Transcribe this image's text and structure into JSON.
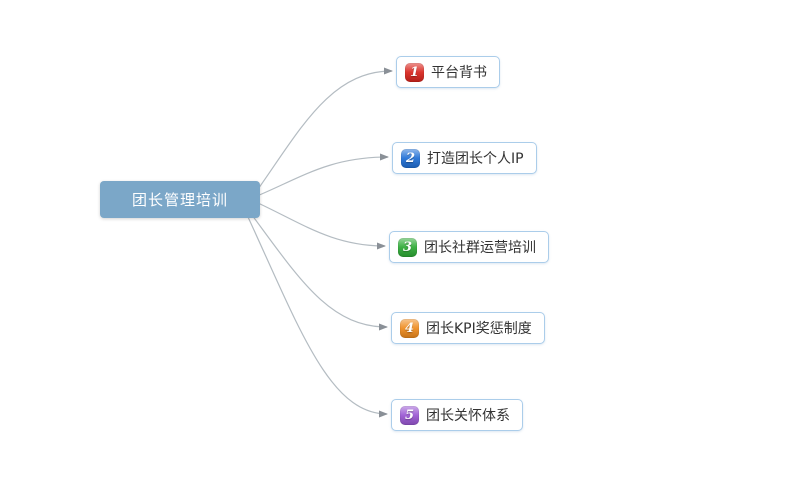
{
  "diagram": {
    "root": {
      "label": "团长管理培训",
      "bg_color": "#7ba7c8",
      "text_color": "#ffffff"
    },
    "children": [
      {
        "number": "1",
        "label": "平台背书",
        "badge_color": "#d9251d"
      },
      {
        "number": "2",
        "label": "打造团长个人IP",
        "badge_color": "#1f6fd6"
      },
      {
        "number": "3",
        "label": "团长社群运营培训",
        "badge_color": "#2daa35"
      },
      {
        "number": "4",
        "label": "团长KPI奖惩制度",
        "badge_color": "#ef8b1d"
      },
      {
        "number": "5",
        "label": "团长关怀体系",
        "badge_color": "#9a57d3"
      }
    ],
    "connector_color": "#b4bcc2",
    "arrow_color": "#8a9097"
  }
}
